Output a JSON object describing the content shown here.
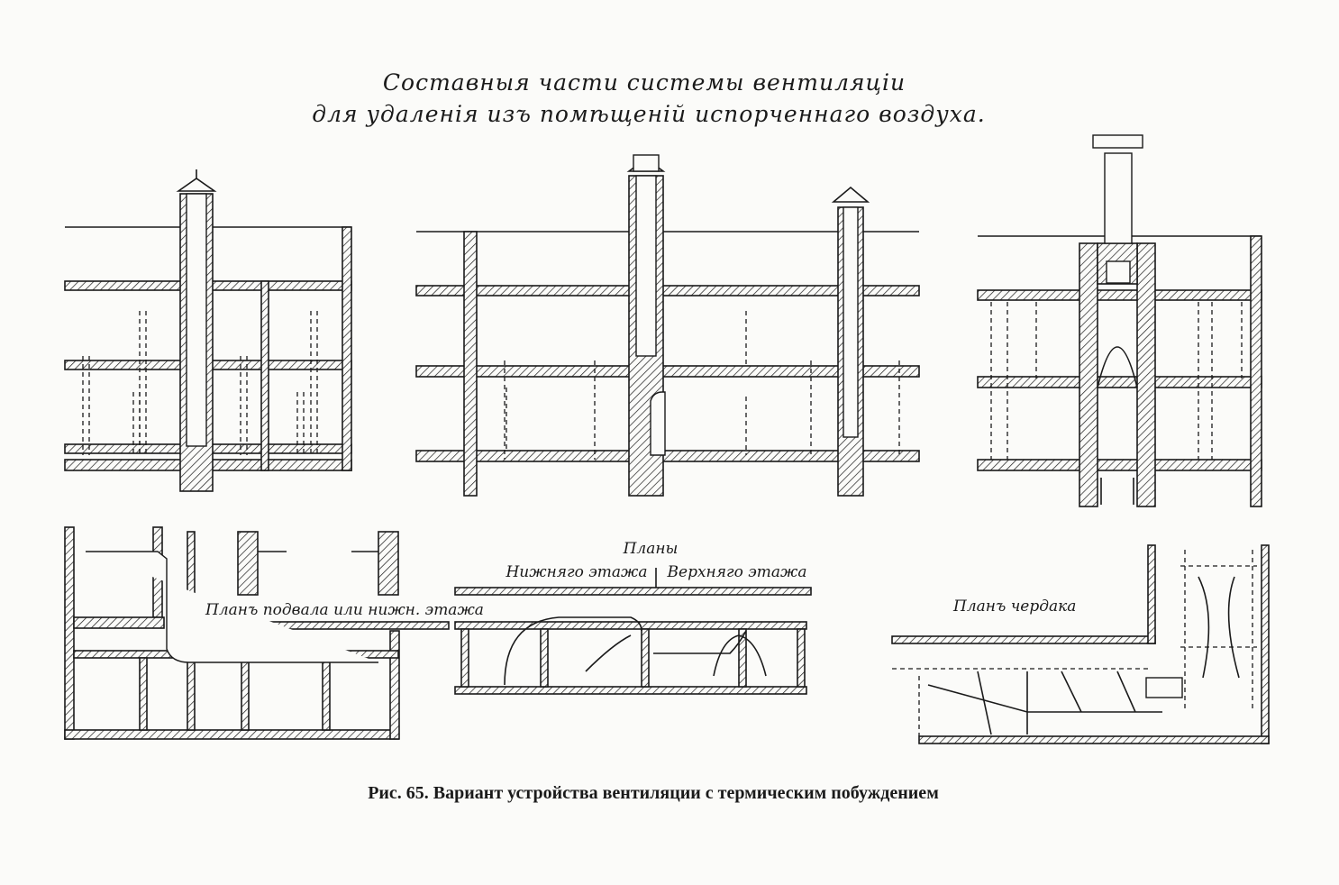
{
  "title": {
    "line1": "Составныя части системы вентиляціи",
    "line2": "для удаленія изъ помѣщеній испорченнаго воздуха."
  },
  "labels": {
    "basement_plan": "Планъ подвала или нижн. этажа",
    "plans": "Планы",
    "lower_floor": "Нижняго этажа",
    "upper_floor": "Верхняго этажа",
    "attic_plan": "Планъ чердака"
  },
  "caption": "Рис. 65. Вариант устройства вентиляции с термическим побуждением"
}
